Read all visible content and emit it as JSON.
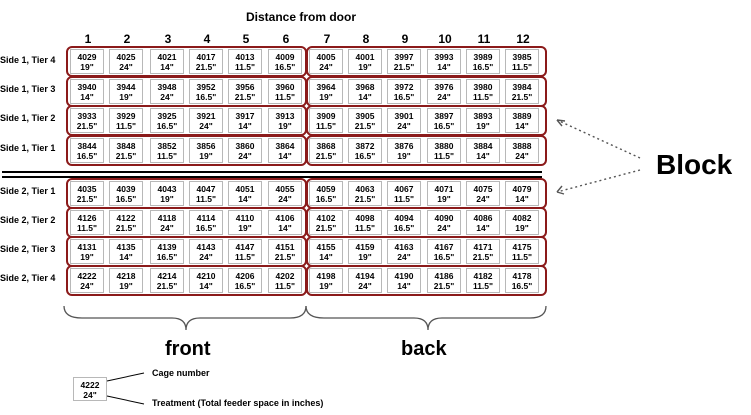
{
  "header": {
    "title": "Distance from door"
  },
  "columns": [
    "1",
    "2",
    "3",
    "4",
    "5",
    "6",
    "7",
    "8",
    "9",
    "10",
    "11",
    "12"
  ],
  "rows": [
    {
      "label": "Side 1, Tier 4",
      "cells": [
        [
          "4029",
          "19\""
        ],
        [
          "4025",
          "24\""
        ],
        [
          "4021",
          "14\""
        ],
        [
          "4017",
          "21.5\""
        ],
        [
          "4013",
          "11.5\""
        ],
        [
          "4009",
          "16.5\""
        ],
        [
          "4005",
          "24\""
        ],
        [
          "4001",
          "19\""
        ],
        [
          "3997",
          "21.5\""
        ],
        [
          "3993",
          "14\""
        ],
        [
          "3989",
          "16.5\""
        ],
        [
          "3985",
          "11.5\""
        ]
      ]
    },
    {
      "label": "Side 1, Tier 3",
      "cells": [
        [
          "3940",
          "14\""
        ],
        [
          "3944",
          "19\""
        ],
        [
          "3948",
          "24\""
        ],
        [
          "3952",
          "16.5\""
        ],
        [
          "3956",
          "21.5\""
        ],
        [
          "3960",
          "11.5\""
        ],
        [
          "3964",
          "19\""
        ],
        [
          "3968",
          "14\""
        ],
        [
          "3972",
          "16.5\""
        ],
        [
          "3976",
          "24\""
        ],
        [
          "3980",
          "11.5\""
        ],
        [
          "3984",
          "21.5\""
        ]
      ]
    },
    {
      "label": "Side 1, Tier 2",
      "cells": [
        [
          "3933",
          "21.5\""
        ],
        [
          "3929",
          "11.5\""
        ],
        [
          "3925",
          "16.5\""
        ],
        [
          "3921",
          "24\""
        ],
        [
          "3917",
          "14\""
        ],
        [
          "3913",
          "19\""
        ],
        [
          "3909",
          "11.5\""
        ],
        [
          "3905",
          "21.5\""
        ],
        [
          "3901",
          "24\""
        ],
        [
          "3897",
          "16.5\""
        ],
        [
          "3893",
          "19\""
        ],
        [
          "3889",
          "14\""
        ]
      ]
    },
    {
      "label": "Side 1, Tier 1",
      "cells": [
        [
          "3844",
          "16.5\""
        ],
        [
          "3848",
          "21.5\""
        ],
        [
          "3852",
          "11.5\""
        ],
        [
          "3856",
          "19\""
        ],
        [
          "3860",
          "24\""
        ],
        [
          "3864",
          "14\""
        ],
        [
          "3868",
          "21.5\""
        ],
        [
          "3872",
          "16.5\""
        ],
        [
          "3876",
          "19\""
        ],
        [
          "3880",
          "11.5\""
        ],
        [
          "3884",
          "14\""
        ],
        [
          "3888",
          "24\""
        ]
      ]
    },
    {
      "label": "Side 2, Tier 1",
      "cells": [
        [
          "4035",
          "21.5\""
        ],
        [
          "4039",
          "16.5\""
        ],
        [
          "4043",
          "19\""
        ],
        [
          "4047",
          "11.5\""
        ],
        [
          "4051",
          "14\""
        ],
        [
          "4055",
          "24\""
        ],
        [
          "4059",
          "16.5\""
        ],
        [
          "4063",
          "21.5\""
        ],
        [
          "4067",
          "11.5\""
        ],
        [
          "4071",
          "19\""
        ],
        [
          "4075",
          "24\""
        ],
        [
          "4079",
          "14\""
        ]
      ]
    },
    {
      "label": "Side 2, Tier 2",
      "cells": [
        [
          "4126",
          "11.5\""
        ],
        [
          "4122",
          "21.5\""
        ],
        [
          "4118",
          "24\""
        ],
        [
          "4114",
          "16.5\""
        ],
        [
          "4110",
          "19\""
        ],
        [
          "4106",
          "14\""
        ],
        [
          "4102",
          "21.5\""
        ],
        [
          "4098",
          "11.5\""
        ],
        [
          "4094",
          "16.5\""
        ],
        [
          "4090",
          "24\""
        ],
        [
          "4086",
          "14\""
        ],
        [
          "4082",
          "19\""
        ]
      ]
    },
    {
      "label": "Side 2, Tier 3",
      "cells": [
        [
          "4131",
          "19\""
        ],
        [
          "4135",
          "14\""
        ],
        [
          "4139",
          "16.5\""
        ],
        [
          "4143",
          "24\""
        ],
        [
          "4147",
          "11.5\""
        ],
        [
          "4151",
          "21.5\""
        ],
        [
          "4155",
          "14\""
        ],
        [
          "4159",
          "19\""
        ],
        [
          "4163",
          "24\""
        ],
        [
          "4167",
          "16.5\""
        ],
        [
          "4171",
          "21.5\""
        ],
        [
          "4175",
          "11.5\""
        ]
      ]
    },
    {
      "label": "Side 2, Tier 4",
      "cells": [
        [
          "4222",
          "24\""
        ],
        [
          "4218",
          "19\""
        ],
        [
          "4214",
          "21.5\""
        ],
        [
          "4210",
          "14\""
        ],
        [
          "4206",
          "16.5\""
        ],
        [
          "4202",
          "11.5\""
        ],
        [
          "4198",
          "19\""
        ],
        [
          "4194",
          "24\""
        ],
        [
          "4190",
          "14\""
        ],
        [
          "4186",
          "21.5\""
        ],
        [
          "4182",
          "11.5\""
        ],
        [
          "4178",
          "16.5\""
        ]
      ]
    }
  ],
  "sides": {
    "front": "front",
    "back": "back"
  },
  "block_label": "Block",
  "legend": {
    "cage": "4222",
    "treatment": "24\"",
    "cage_label": "Cage number",
    "treatment_label": "Treatment (Total feeder space in inches)"
  },
  "colors": {
    "block_border": "#8b1a1a",
    "cell_border": "#b8b8b8"
  }
}
